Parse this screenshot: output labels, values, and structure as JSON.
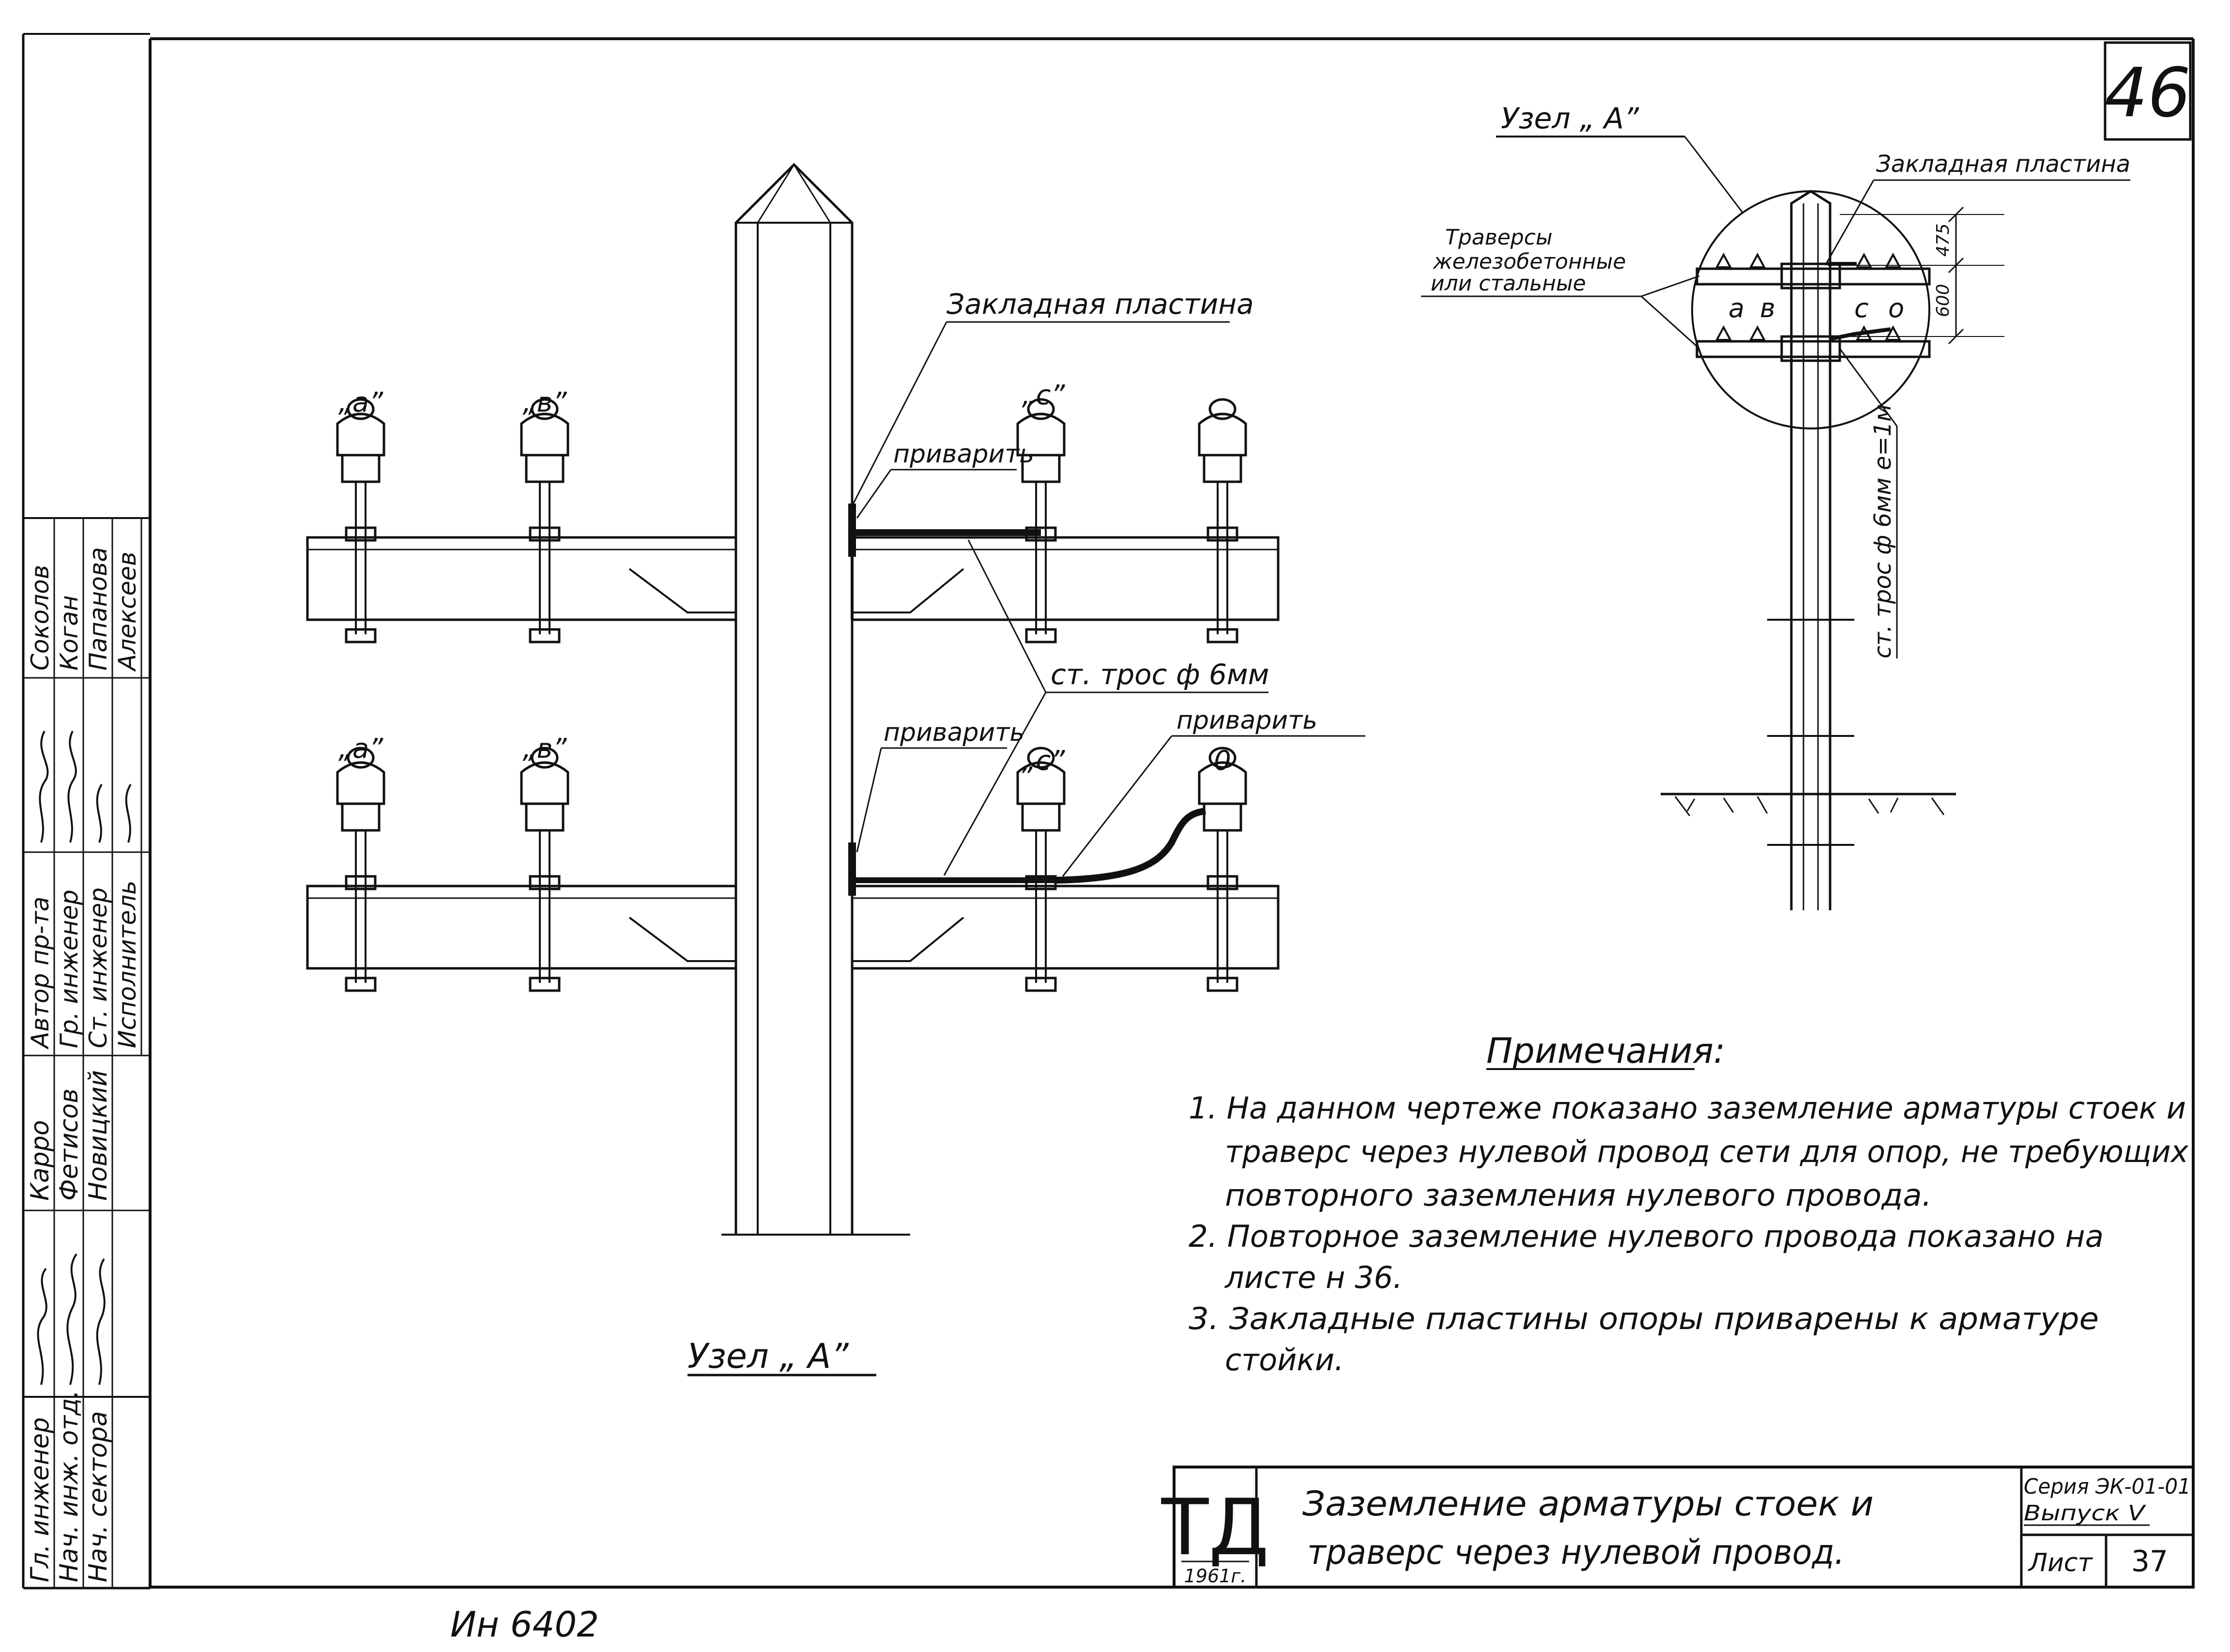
{
  "sheet_number": "46",
  "archive_number": "Ин 6402",
  "stamp": {
    "roles_col1": [
      "Гл. инженер",
      "Нач. инж. отд.",
      "Нач. сектора"
    ],
    "names_col1": [
      "Карро",
      "Фетисов",
      "Новицкий"
    ],
    "roles_col2": [
      "Автор пр-та",
      "Гр. инженер",
      "Ст. инженер",
      "Исполнитель"
    ],
    "names_col2": [
      "Соколов",
      "Коган",
      "Папанова",
      "Алексеев"
    ]
  },
  "main": {
    "labels_top": [
      "„а”",
      "„в”",
      "„с”"
    ],
    "labels_bottom": [
      "„а”",
      "„в”",
      "„с”",
      "0"
    ],
    "embedded_plate": "Закладная пластина",
    "weld_1": "приварить",
    "weld_2": "приварить",
    "weld_3": "приварить",
    "steel_rope": "ст. трос ф 6мм",
    "node_caption": "Узел „ А”"
  },
  "node": {
    "title": "Узел „ А”",
    "embedded_plate": "Закладная пластина",
    "traverses": [
      "Траверсы",
      "железобетонные",
      "или стальные"
    ],
    "phases": [
      "а",
      "в",
      "с",
      "о"
    ],
    "dim_475": "475",
    "dim_600": "600",
    "rope": "ст. трос ф 6мм е=1м"
  },
  "notes": {
    "title": "Примечания:",
    "lines": [
      "1. На данном чертеже показано заземление арматуры стоек и",
      "траверс через нулевой провод сети для опор, не требующих",
      "повторного заземления нулевого провода.",
      "2. Повторное заземление нулевого провода показано на",
      "листе н 36.",
      "3. Закладные пластины опоры приварены к арматуре",
      "стойки."
    ]
  },
  "titleblock": {
    "logo": "ТД",
    "year": "1961г.",
    "title_line1": "Заземление арматуры стоек и",
    "title_line2": "траверс через нулевой провод.",
    "series": "Серия ЭК-01-01",
    "issue": "Выпуск V",
    "sheet_label": "Лист",
    "sheet_value": "37"
  }
}
